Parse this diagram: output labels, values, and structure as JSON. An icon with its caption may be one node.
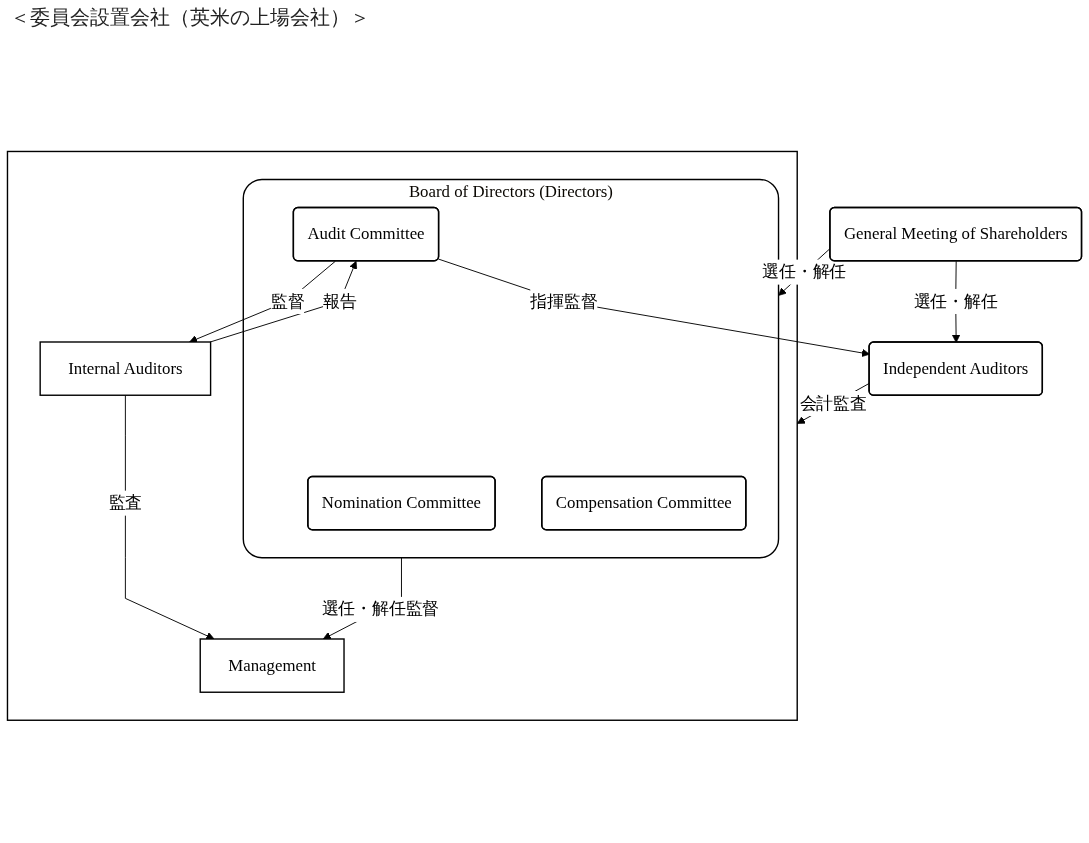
{
  "diagram": {
    "title": "＜委員会設置会社（英米の上場会社）＞",
    "nodes": [
      {
        "text": [
          "General Meeting of Shareholders"
        ]
      },
      {
        "text": [],
        "shape": "box"
      },
      {
        "text": [
          "Board of Directors (Directors)"
        ],
        "in": 1
      },
      {
        "text": [
          "Audit Committee"
        ],
        "in": 2
      },
      {
        "text": [
          "Nomination Committee"
        ],
        "in": 2
      },
      {
        "text": [
          "Compensation Committee"
        ],
        "in": 2
      },
      {
        "text": [
          "Independent Auditors"
        ]
      },
      {
        "text": [
          "Management"
        ],
        "in": 1
      },
      {
        "text": [
          "Internal Auditors"
        ],
        "in": 1
      }
    ],
    "edges": [
      {
        "from": 0,
        "to": 6,
        "label": "選任・解任",
        "arrow": "to"
      },
      {
        "from": 0,
        "to": 2,
        "label": "選任・解任",
        "arrow": "to"
      },
      {
        "from": 3,
        "to": 6,
        "label": "指揮監督",
        "arrow": "to"
      },
      {
        "from": 6,
        "to": 1,
        "label": "会計監査",
        "arrow": "to"
      },
      {
        "from": 8,
        "to": 3,
        "label": "報告",
        "arrow": "to"
      },
      {
        "from": 3,
        "to": 8,
        "label": "監督",
        "arrow": "to"
      },
      {
        "from": 8,
        "to": 7,
        "label": "監査",
        "arrow": "to"
      },
      {
        "from": 2,
        "to": 7,
        "label": "選任・解任監督",
        "arrow": "to"
      }
    ]
  }
}
